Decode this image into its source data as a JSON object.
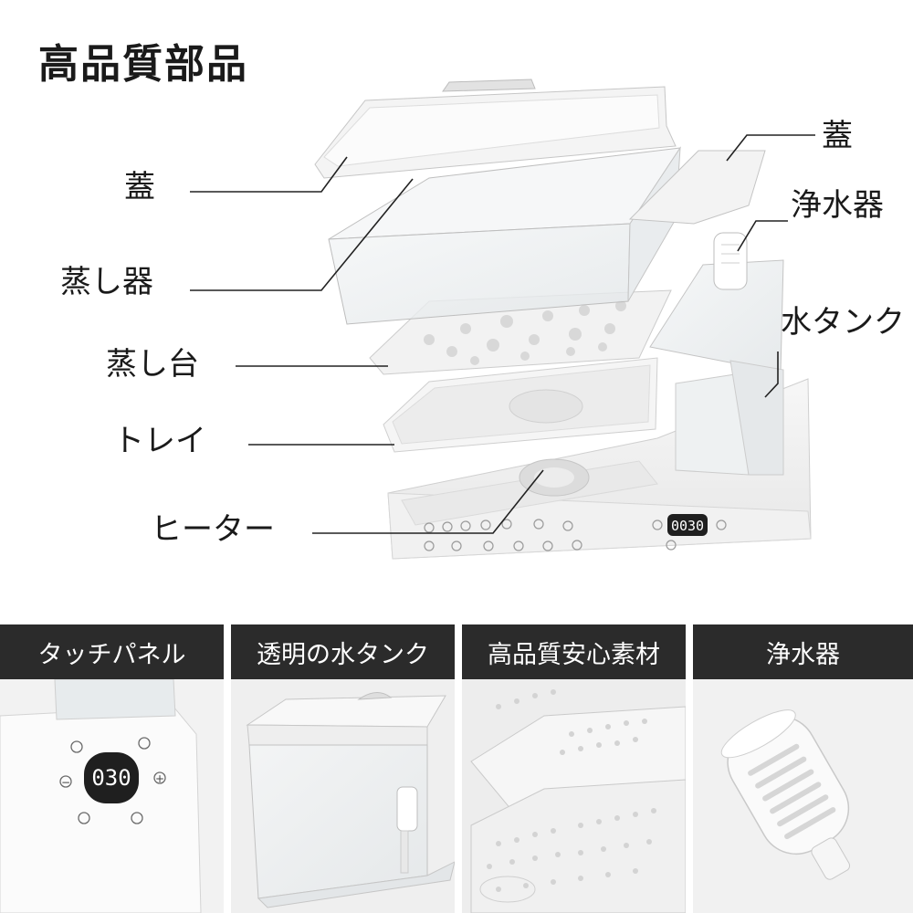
{
  "title": "高品質部品",
  "colors": {
    "header_bg": "#2b2b2b",
    "header_text": "#ffffff",
    "line": "#222222",
    "display_bg": "#1f1f1f"
  },
  "callouts": {
    "lid_left": "蓋",
    "steamer": "蒸し器",
    "steam_rack": "蒸し台",
    "tray": "トレイ",
    "heater": "ヒーター",
    "lid_right": "蓋",
    "purifier": "浄水器",
    "water_tank": "水タンク"
  },
  "display": {
    "timer": "0030",
    "panel_timer": "030"
  },
  "panels": [
    {
      "label": "タッチパネル"
    },
    {
      "label": "透明の水タンク"
    },
    {
      "label": "高品質安心素材"
    },
    {
      "label": "浄水器"
    }
  ]
}
